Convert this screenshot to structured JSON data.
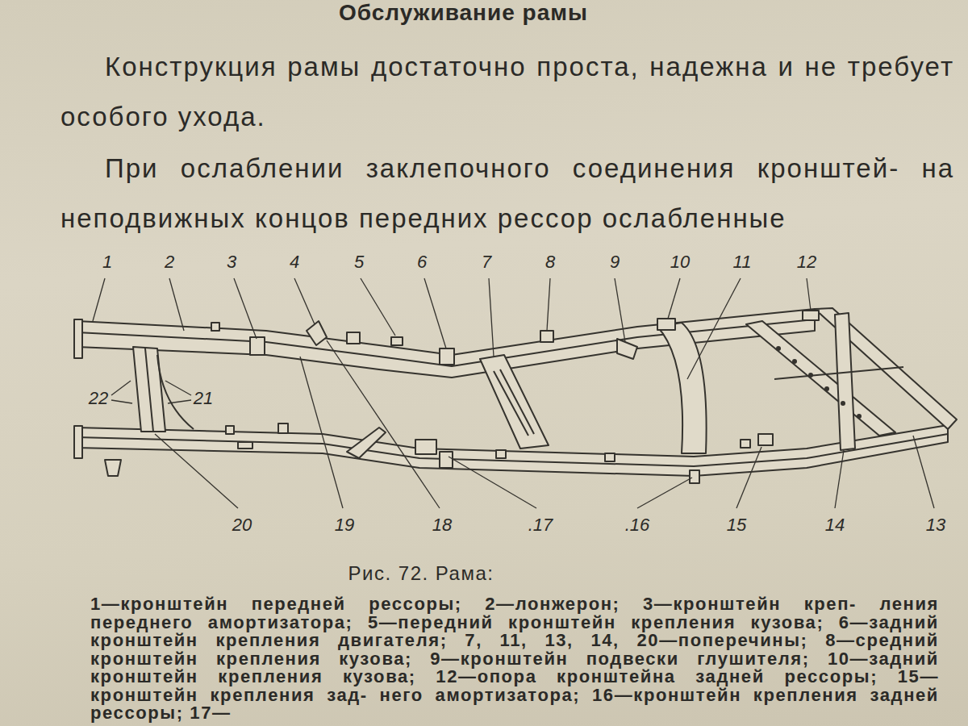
{
  "diagram": {
    "title": "Обслуживание рамы",
    "caption": "Рис. 72. Рама:",
    "labels": [
      "Конструкция рамы достаточно проста, надежна и не требует особого ухода.",
      "При ослаблении заклепочного соединения кронштей- на неподвижных концов передних рессор ослабленные",
      "1",
      "2",
      "3",
      "4",
      "5",
      "6",
      "7",
      "8",
      "9",
      "10",
      "11",
      "12",
      "22",
      "21",
      "20",
      "19",
      "18",
      ".17",
      ".16",
      "15",
      "14",
      "13",
      "1—кронштейн передней рессоры; 2—лонжерон; 3—кронштейн креп- ления переднего амортизатора; 5—передний кронштейн крепления кузова; 6—задний кронштейн крепления двигателя; 7, 11, 13, 14, 20—поперечины; 8—средний кронштейн крепления кузова; 9—кронштейн подвески глушителя; 10—задний кронштейн крепления кузова; 12—опора кронштейна задней рессоры; 15—кронштейн крепления зад- него амортизатора; 16—кронштейн крепления задней рессоры; 17—"
    ]
  }
}
